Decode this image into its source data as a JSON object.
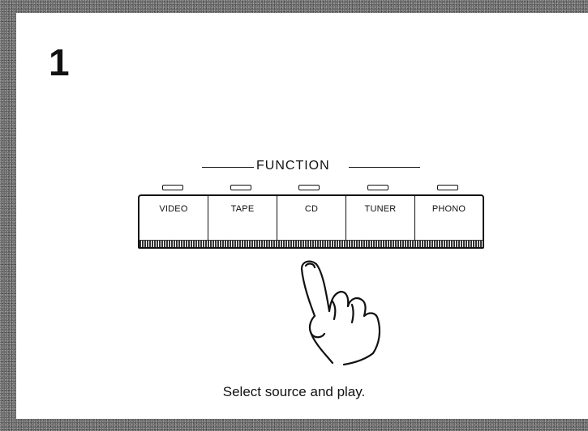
{
  "step_number": "1",
  "function_label": "FUNCTION",
  "buttons": [
    {
      "label": "VIDEO"
    },
    {
      "label": "TAPE"
    },
    {
      "label": "CD"
    },
    {
      "label": "TUNER"
    },
    {
      "label": "PHONO"
    }
  ],
  "caption": "Select source and play.",
  "icons": {
    "hand": "pointing-hand-icon",
    "indicator": "led-indicator-icon"
  },
  "colors": {
    "ink": "#111111",
    "paper": "#ffffff",
    "border_texture": "#6a6a6a"
  }
}
